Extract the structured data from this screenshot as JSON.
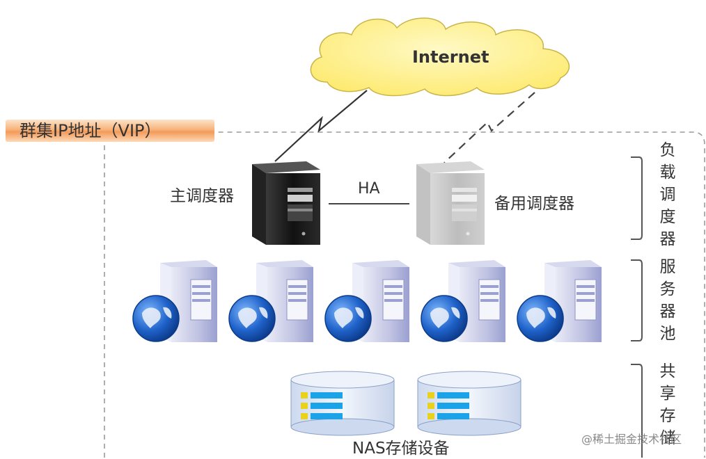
{
  "cloud": {
    "label": "Internet"
  },
  "cluster": {
    "vip_label": "群集IP地址（VIP）"
  },
  "schedulers": {
    "primary_label": "主调度器",
    "backup_label": "备用调度器",
    "link_label": "HA"
  },
  "tiers": [
    {
      "id": "load-balancer",
      "label": "负载调度器"
    },
    {
      "id": "server-pool",
      "label": "服务器池"
    },
    {
      "id": "shared-storage",
      "label": "共享存储"
    }
  ],
  "storage": {
    "label": "NAS存储设备"
  },
  "watermark": {
    "text": "@稀土掘金技术社区"
  },
  "colors": {
    "vip_band": "#f4a261",
    "cloud_fill": "#fff38a",
    "primary_server": "#1b1b1b",
    "backup_server": "#b8b8b8",
    "web_server_body": "#c7c9e6",
    "globe": "#1f62c9",
    "nas_body": "#dfe9f7",
    "nas_slot": "#1aa3e8"
  },
  "icons": {
    "cloud": "cloud-icon",
    "primary_server": "server-tower-icon",
    "backup_server": "server-tower-icon",
    "web_server": "web-server-globe-icon",
    "nas": "storage-cylinder-icon"
  }
}
